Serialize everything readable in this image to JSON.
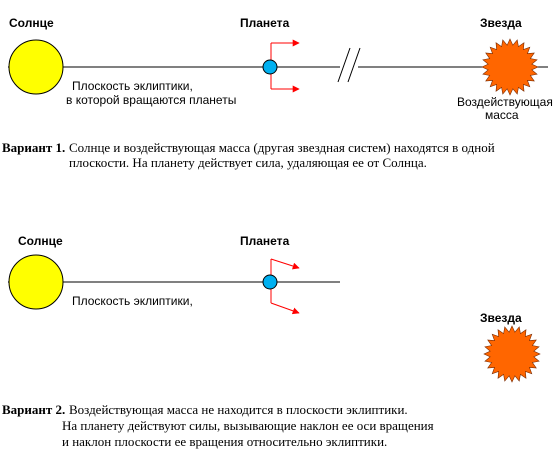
{
  "variant1": {
    "sun_label": "Солнце",
    "planet_label": "Планета",
    "star_label": "Звезда",
    "ecliptic_line1": "Плоскость эклиптики,",
    "ecliptic_line2": "в которой вращаются планеты",
    "mass_line1": "Воздействующая",
    "mass_line2": "масса",
    "caption_bold": "Вариант 1.",
    "caption_line1": "Солнце и воздействующая масса (другая звездная систем) находятся в одной",
    "caption_line2": "плоскости. На планету действует сила, удаляющая ее от Солнца."
  },
  "variant2": {
    "sun_label": "Солнце",
    "planet_label": "Планета",
    "star_label": "Звезда",
    "ecliptic_line1": "Плоскость эклиптики,",
    "caption_bold": "Вариант 2.",
    "caption_line1": "Воздействующая масса не находится в плоскости эклиптики.",
    "caption_line2": "На планету действуют силы, вызывающие наклон ее оси вращения",
    "caption_line3": "и наклон плоскости ее вращения относительно эклиптики."
  },
  "colors": {
    "sun": "#ffff00",
    "planet": "#00b0f0",
    "star": "#ff6600",
    "arrow": "#ff0000"
  }
}
